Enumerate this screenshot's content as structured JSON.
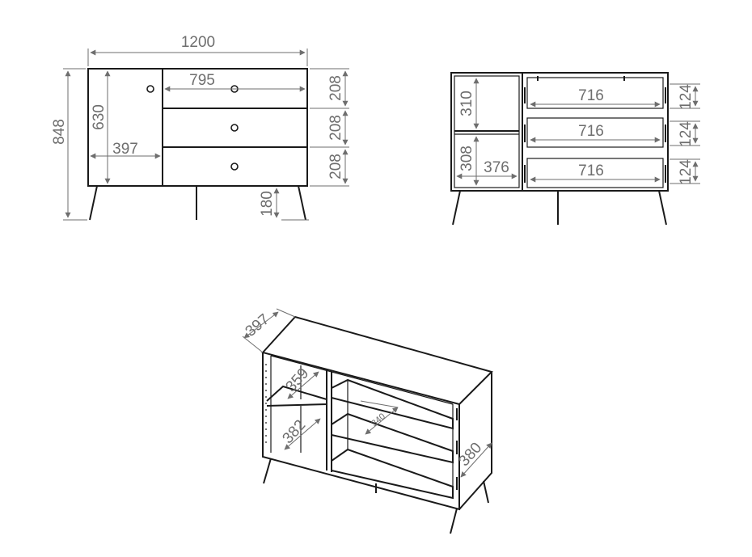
{
  "dimensions": {
    "front": {
      "total_width": "1200",
      "total_height": "848",
      "door_height": "630",
      "door_width": "397",
      "drawer_width": "795",
      "drawer_1_height": "208",
      "drawer_2_height": "208",
      "drawer_3_height": "208",
      "leg_height": "180"
    },
    "interior": {
      "upper_shelf_height": "310",
      "lower_shelf_height": "308",
      "shelf_width": "376",
      "drawer_1_inner_width": "716",
      "drawer_2_inner_width": "716",
      "drawer_3_inner_width": "716",
      "drawer_1_inner_height": "124",
      "drawer_2_inner_height": "124",
      "drawer_3_inner_height": "124"
    },
    "perspective": {
      "depth": "397",
      "upper_shelf_depth": "359",
      "lower_shelf_depth": "382",
      "drawer_depth": "340",
      "side_depth": "380"
    }
  }
}
